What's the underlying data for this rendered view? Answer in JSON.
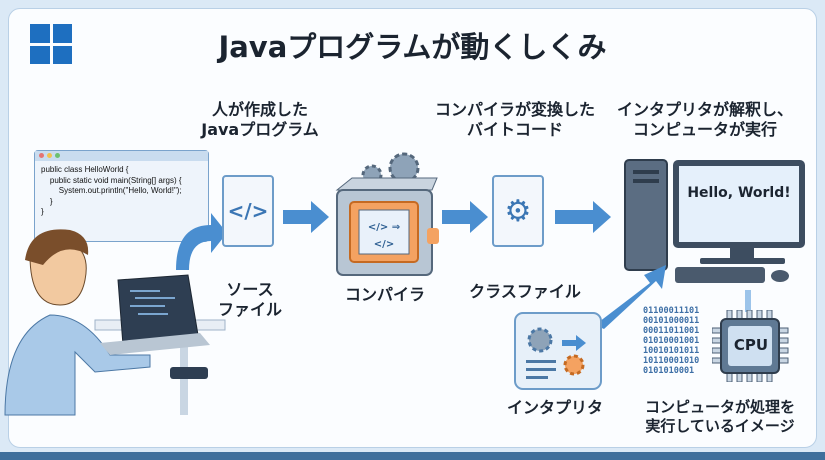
{
  "title": "Javaプログラムが動くしくみ",
  "code_snippet": [
    "public class HelloWorld {",
    "    public static void main(String[] args) {",
    "        System.out.println(\"Hello, World!\");",
    "    }",
    "}"
  ],
  "steps": {
    "source_caption": [
      "人が作成した",
      "Javaプログラム"
    ],
    "source_label": [
      "ソース",
      "ファイル"
    ],
    "compiler_label": "コンパイラ",
    "bytecode_caption": [
      "コンパイラが変換した",
      "バイトコード"
    ],
    "class_label": "クラスファイル",
    "interpreter_caption": [
      "インタプリタが解釈し、",
      "コンピュータが実行"
    ],
    "interpreter_label": "インタプリタ",
    "screen_text": "Hello, World!",
    "cpu_label": "CPU",
    "cpu_caption": [
      "コンピュータが処理を",
      "実行しているイメージ"
    ]
  },
  "binary": [
    "01100011101",
    "00101000011",
    "00011011001",
    "01010001001",
    "10010101011",
    "10110001010",
    "0101010001"
  ],
  "colors": {
    "accent": "#4a8ed0",
    "dark": "#1b2430"
  }
}
